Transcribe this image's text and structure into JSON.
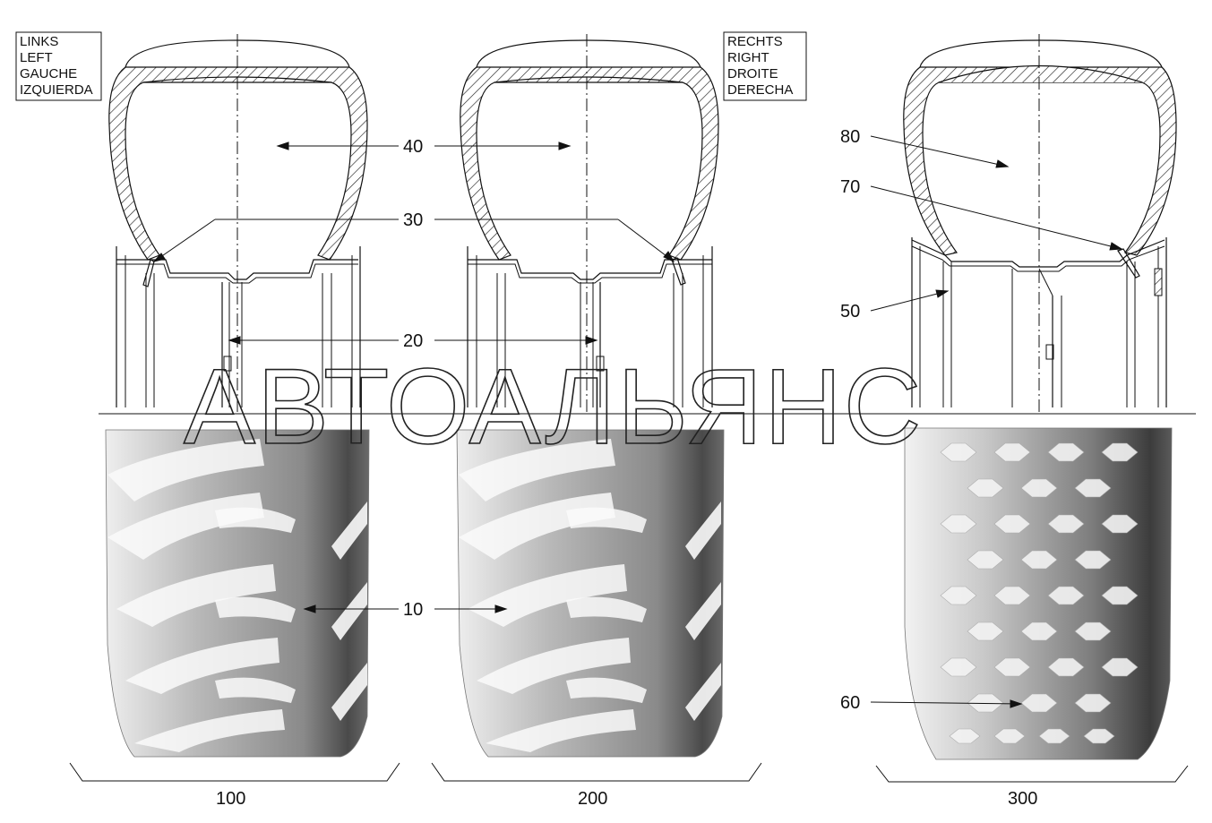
{
  "legend_left": [
    "LINKS",
    "LEFT",
    "GAUCHE",
    "IZQUIERDA"
  ],
  "legend_right": [
    "RECHTS",
    "RIGHT",
    "DROITE",
    "DERECHA"
  ],
  "callouts": {
    "c10": "10",
    "c20": "20",
    "c30": "30",
    "c40": "40",
    "c50": "50",
    "c60": "60",
    "c70": "70",
    "c80": "80"
  },
  "groups": {
    "g100": "100",
    "g200": "200",
    "g300": "300"
  },
  "watermark": "АВТОАЛЬЯНС",
  "colors": {
    "line": "#111111",
    "tread_dark": "#555555",
    "tread_light": "#d8d8d8"
  }
}
